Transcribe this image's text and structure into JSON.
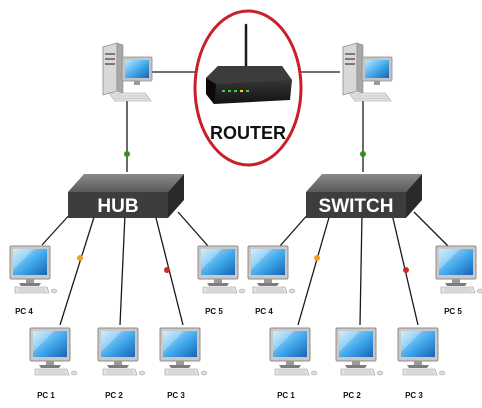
{
  "router": {
    "label": "ROUTER"
  },
  "hub": {
    "label": "HUB",
    "pcs": {
      "pc1": "PC 1",
      "pc2": "PC 2",
      "pc3": "PC 3",
      "pc4": "PC 4",
      "pc5": "PC 5"
    }
  },
  "switch": {
    "label": "SWITCH",
    "pcs": {
      "pc1": "PC 1",
      "pc2": "PC 2",
      "pc3": "PC 3",
      "pc4": "PC 4",
      "pc5": "PC 5"
    }
  },
  "colors": {
    "router_ring": "#c8202a",
    "device_box": "#3d3d3d",
    "link_line": "#1a1a1a",
    "dot_green": "#3a8f1c",
    "dot_orange": "#f0a020",
    "dot_red": "#d22a1a"
  }
}
